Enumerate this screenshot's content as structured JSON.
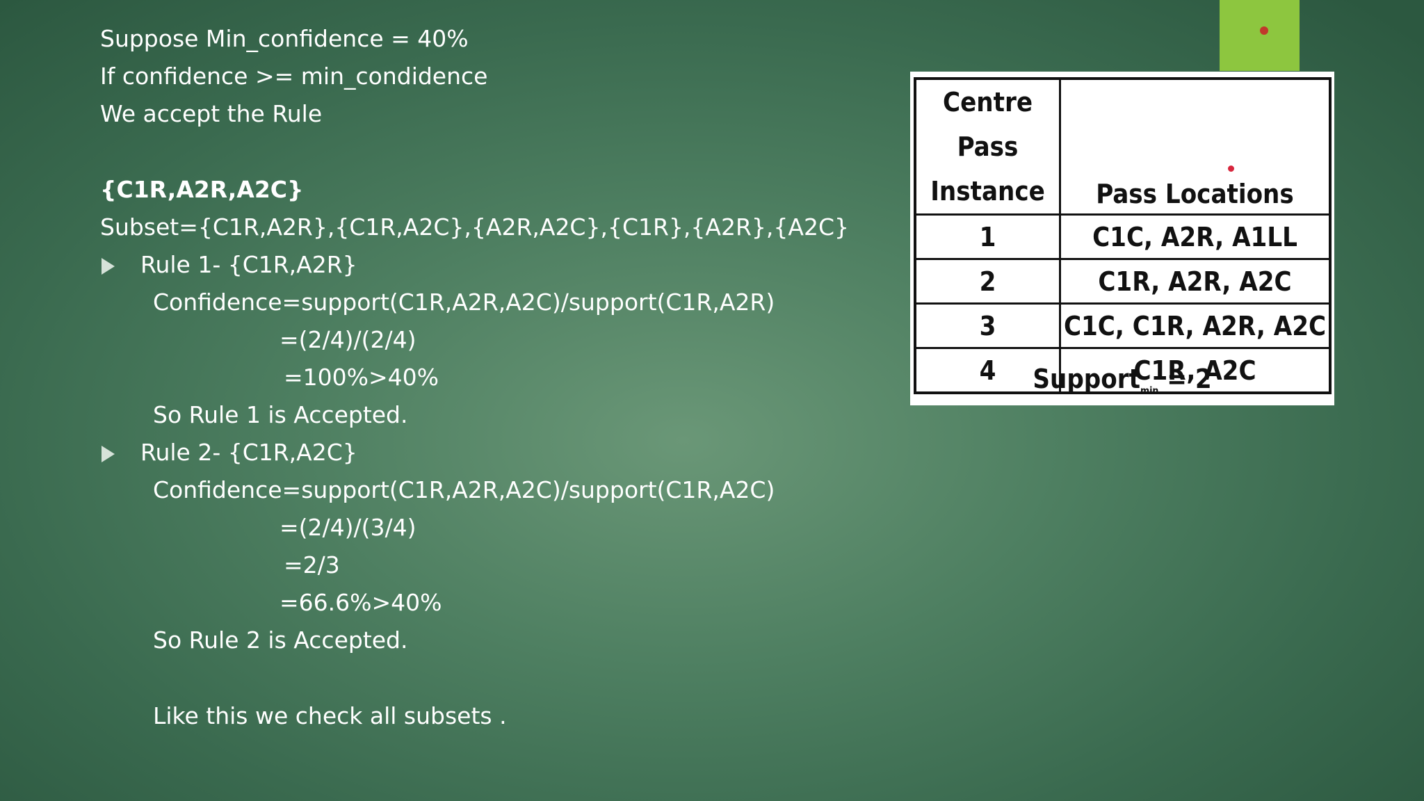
{
  "text": {
    "line1": "Suppose Min_confidence = 40%",
    "line2": "If confidence >= min_condidence",
    "line3": "We accept the Rule",
    "itemset": "{C1R,A2R,A2C}",
    "subset": "Subset={C1R,A2R},{C1R,A2C},{A2R,A2C},{C1R},{A2R},{A2C}",
    "rule1": {
      "title": "Rule 1- {C1R,A2R}",
      "formula": "Confidence=support(C1R,A2R,A2C)/support(C1R,A2R)",
      "calc1": "=(2/4)/(2/4)",
      "calc2": "=100%>40%",
      "result": "So Rule 1 is Accepted."
    },
    "rule2": {
      "title": "Rule 2- {C1R,A2C}",
      "formula": "Confidence=support(C1R,A2R,A2C)/support(C1R,A2C)",
      "calc1": "=(2/4)/(3/4)",
      "calc2": "=2/3",
      "calc3": "=66.6%>40%",
      "result": "So Rule 2 is Accepted."
    },
    "closing": "Like this we check all subsets ."
  },
  "table": {
    "header_col1_line1": "Centre Pass",
    "header_col1_line2": "Instance",
    "header_col2": "Pass Locations",
    "rows": [
      {
        "instance": "1",
        "locations": "C1C, A2R, A1LL"
      },
      {
        "instance": "2",
        "locations": "C1R, A2R, A2C"
      },
      {
        "instance": "3",
        "locations": "C1C, C1R, A2R, A2C"
      },
      {
        "instance": "4",
        "locations": "C1R, A2C"
      }
    ],
    "support_label": "Support",
    "support_sub": "min",
    "support_value": " = 2"
  },
  "colors": {
    "background": "#4e7f61",
    "accent": "#8dc63f",
    "text": "#ffffff"
  },
  "icons": {
    "bullet": "triangle-right-icon"
  }
}
